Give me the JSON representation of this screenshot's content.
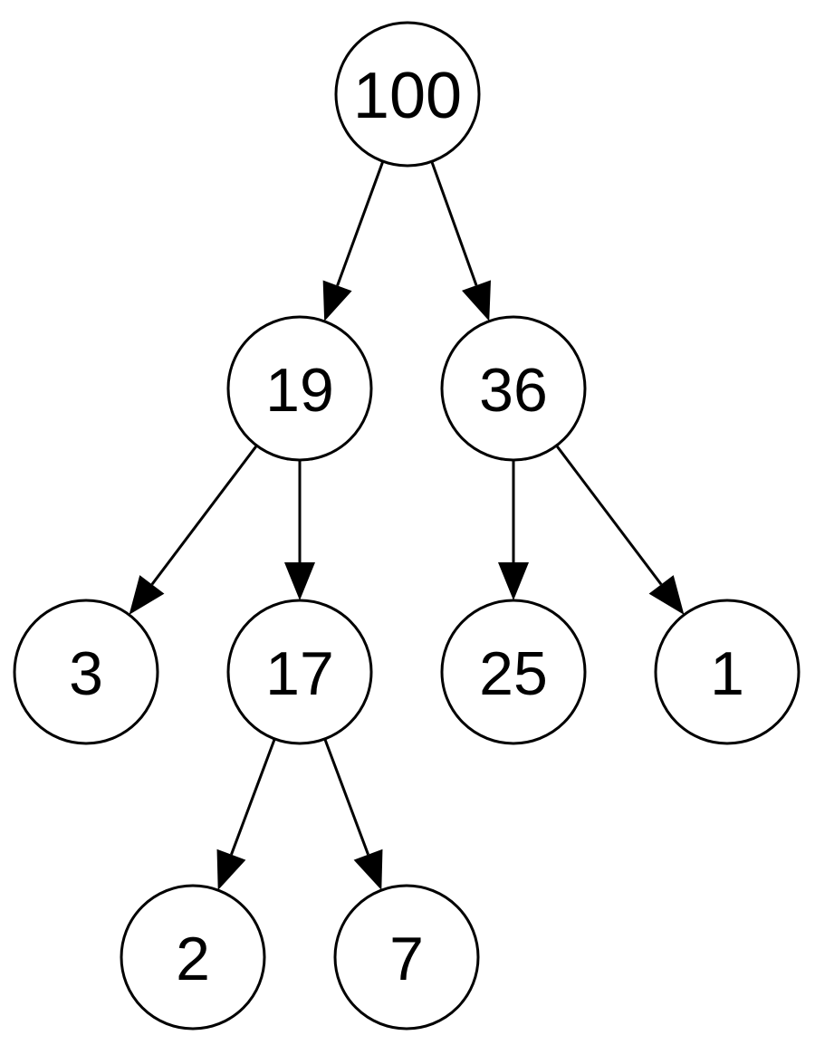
{
  "tree": {
    "nodes": [
      {
        "id": "n100",
        "label": "100"
      },
      {
        "id": "n19",
        "label": "19"
      },
      {
        "id": "n36",
        "label": "36"
      },
      {
        "id": "n3",
        "label": "3"
      },
      {
        "id": "n17",
        "label": "17"
      },
      {
        "id": "n25",
        "label": "25"
      },
      {
        "id": "n1",
        "label": "1"
      },
      {
        "id": "n2",
        "label": "2"
      },
      {
        "id": "n7",
        "label": "7"
      }
    ],
    "edges": [
      {
        "from": "n100",
        "to": "n19"
      },
      {
        "from": "n100",
        "to": "n36"
      },
      {
        "from": "n19",
        "to": "n3"
      },
      {
        "from": "n19",
        "to": "n17"
      },
      {
        "from": "n36",
        "to": "n25"
      },
      {
        "from": "n36",
        "to": "n1"
      },
      {
        "from": "n17",
        "to": "n2"
      },
      {
        "from": "n17",
        "to": "n7"
      }
    ]
  }
}
